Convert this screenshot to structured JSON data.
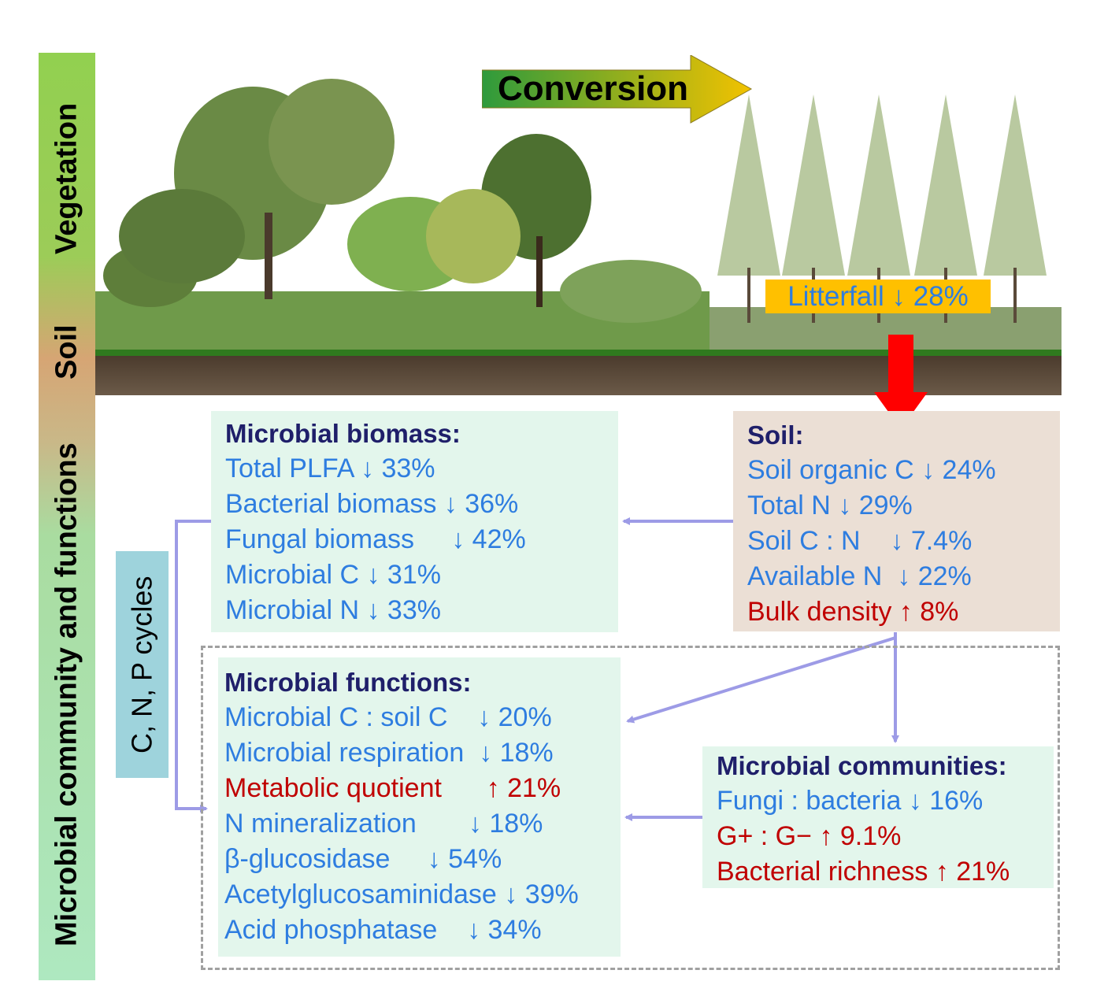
{
  "sidebar": {
    "vegetation": "Vegetation",
    "soil": "Soil",
    "microbial": "Microbial community and functions"
  },
  "conversion": {
    "label": "Conversion",
    "colors": [
      "#2e9a3c",
      "#f2c200"
    ]
  },
  "litterfall": "Litterfall ↓ 28%",
  "cnp_label": "C, N, P cycles",
  "biomass": {
    "title": "Microbial biomass:",
    "lines": [
      {
        "text": "Total PLFA ↓ 33%",
        "trend": "down"
      },
      {
        "text": "Bacterial biomass ↓ 36%",
        "trend": "down"
      },
      {
        "text": "Fungal biomass     ↓ 42%",
        "trend": "down"
      },
      {
        "text": "Microbial C ↓ 31%",
        "trend": "down"
      },
      {
        "text": "Microbial N ↓ 33%",
        "trend": "down"
      }
    ]
  },
  "soil": {
    "title": "Soil:",
    "lines": [
      {
        "text": "Soil organic C ↓ 24%",
        "trend": "down"
      },
      {
        "text": "Total N ↓ 29%",
        "trend": "down"
      },
      {
        "text": "Soil C : N    ↓ 7.4%",
        "trend": "down"
      },
      {
        "text": "Available N  ↓ 22%",
        "trend": "down"
      },
      {
        "text": "Bulk density ↑ 8%",
        "trend": "up"
      }
    ]
  },
  "functions": {
    "title": "Microbial functions:",
    "lines": [
      {
        "text": "Microbial C : soil C    ↓ 20%",
        "trend": "down"
      },
      {
        "text": "Microbial respiration  ↓ 18%",
        "trend": "down"
      },
      {
        "text": "Metabolic quotient      ↑ 21%",
        "trend": "up"
      },
      {
        "text": "N mineralization       ↓ 18%",
        "trend": "down"
      },
      {
        "text": "β-glucosidase     ↓ 54%",
        "trend": "down"
      },
      {
        "text": "Acetylglucosaminidase ↓ 39%",
        "trend": "down"
      },
      {
        "text": "Acid phosphatase    ↓ 34%",
        "trend": "down"
      }
    ]
  },
  "communities": {
    "title": "Microbial communities:",
    "lines": [
      {
        "text": "Fungi : bacteria ↓ 16%",
        "trend": "down"
      },
      {
        "text": "G+ : G− ↑ 9.1%",
        "trend": "up"
      },
      {
        "text": "Bacterial richness ↑ 21%",
        "trend": "up"
      }
    ]
  },
  "colors": {
    "decrease": "#2e7de0",
    "increase": "#c00000",
    "heading": "#1f1f6a",
    "arrow": "#9d9be6",
    "soil_arrow": "#ff0000"
  }
}
